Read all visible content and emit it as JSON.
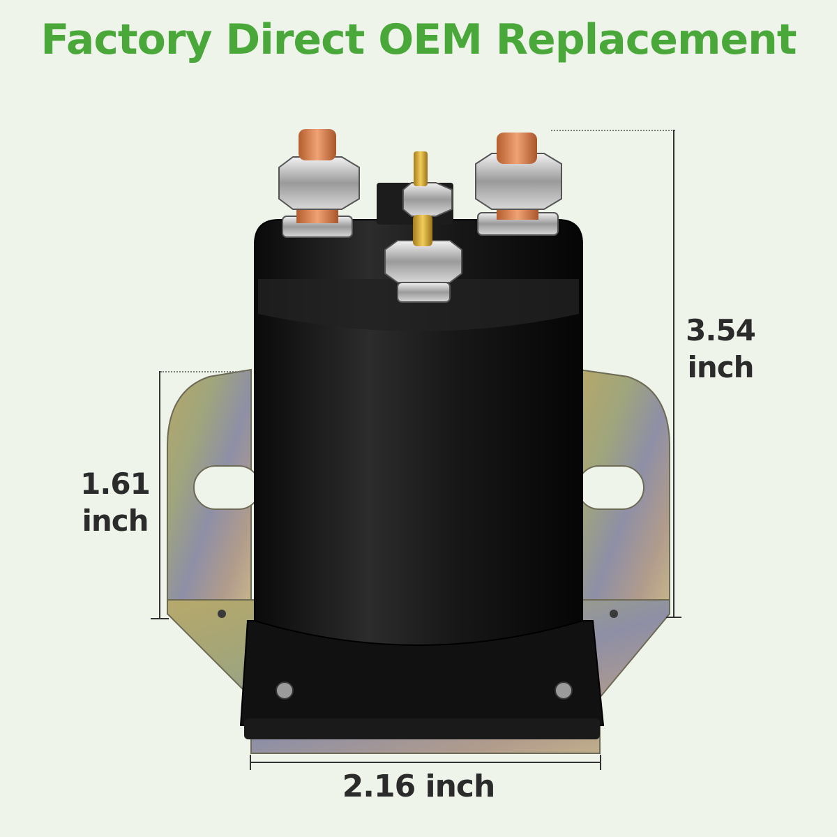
{
  "headline": "Factory Direct OEM Replacement",
  "dimensions": {
    "height": {
      "value": "3.54",
      "unit": "inch"
    },
    "bracket": {
      "value": "1.61",
      "unit": "inch"
    },
    "width": {
      "label": "2.16 inch"
    }
  },
  "colors": {
    "background": "#eef4ea",
    "headline": "#4aa83a",
    "text": "#2b2b2b",
    "body": "#141414",
    "copper": "#d9834f",
    "brass": "#d4a93a"
  }
}
